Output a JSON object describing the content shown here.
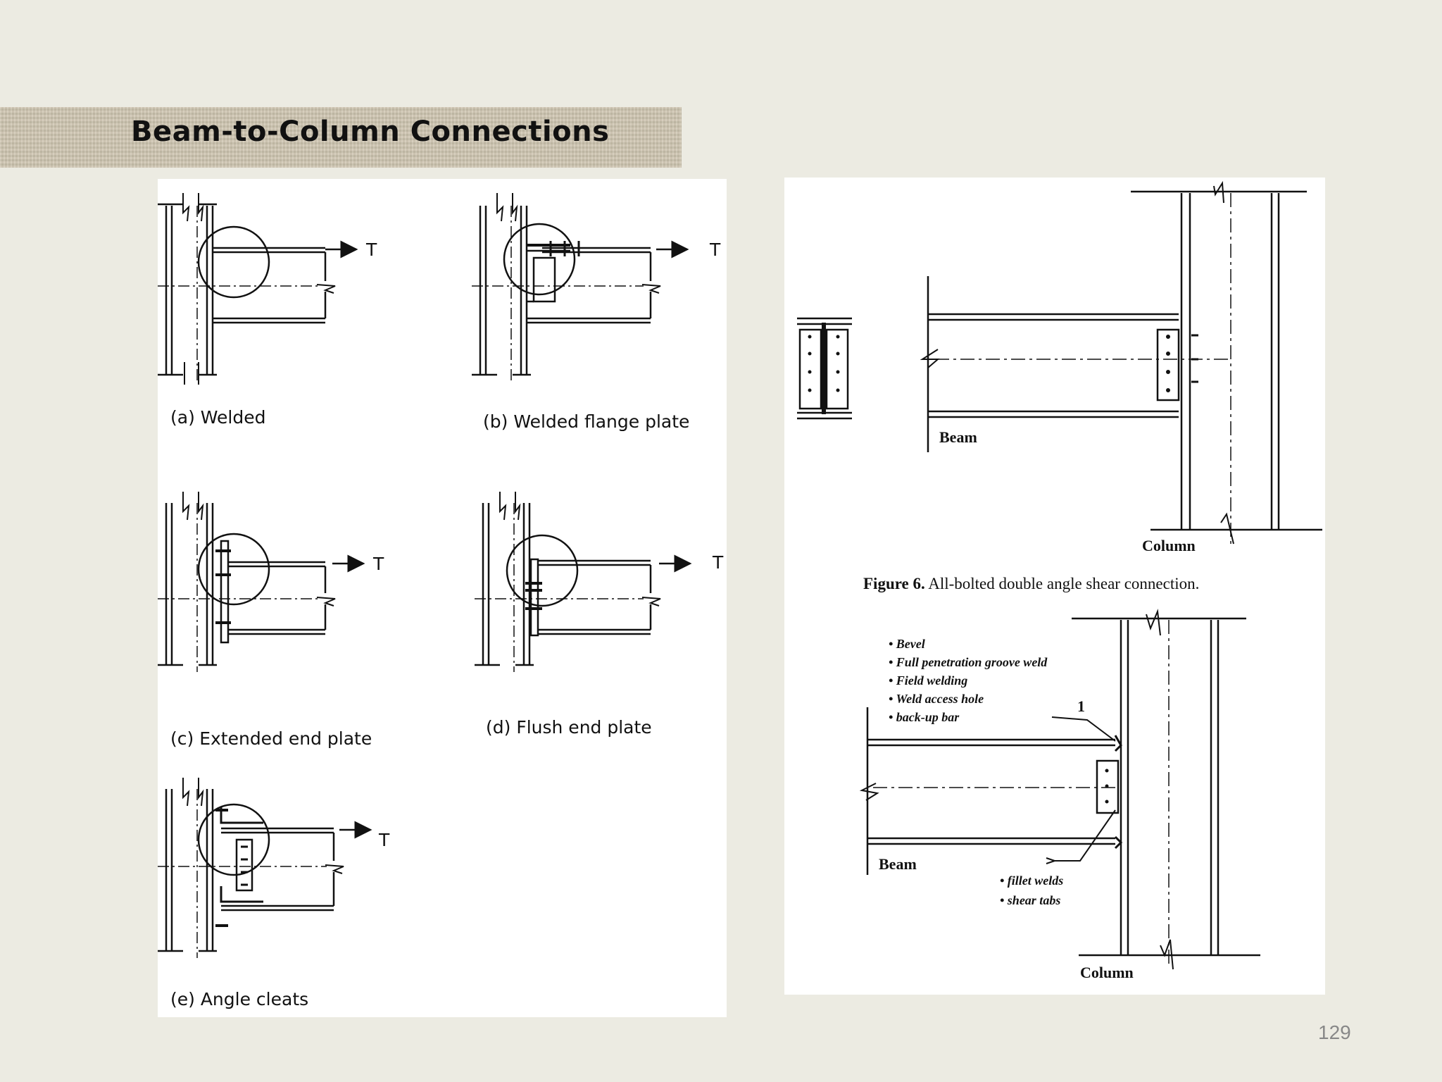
{
  "slide": {
    "title": "Beam-to-Column Connections",
    "page_number": "129"
  },
  "left_figure": {
    "force_label": "T",
    "captions": {
      "a": "(a) Welded",
      "b": "(b) Welded flange plate",
      "c": "(c)  Extended end plate",
      "d": "(d) Flush end plate",
      "e": "(e) Angle cleats"
    }
  },
  "right_top": {
    "beam_label": "Beam",
    "column_label": "Column",
    "caption_bold": "Figure 6.",
    "caption_rest": "All-bolted double angle shear connection."
  },
  "right_bottom": {
    "notes_top": [
      "• Bevel",
      "• Full penetration groove weld",
      "• Field welding",
      "• Weld access hole",
      "• back-up bar"
    ],
    "callout_number": "1",
    "notes_bottom": [
      "• fillet welds",
      "• shear tabs"
    ],
    "beam_label": "Beam",
    "column_label": "Column"
  }
}
